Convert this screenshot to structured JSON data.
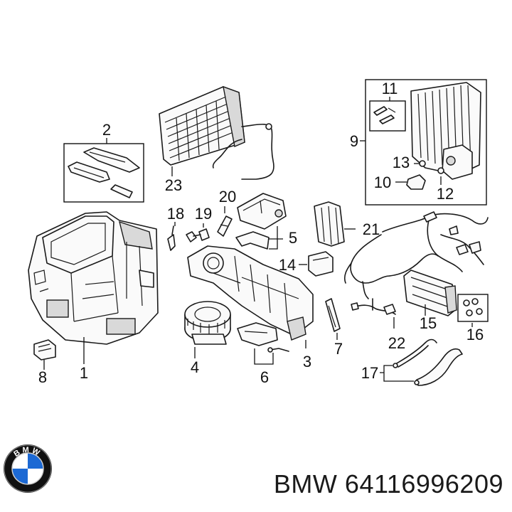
{
  "brand": "BMW",
  "logo_text": "BMW",
  "part_number": "64116996209",
  "callouts": {
    "c1": "1",
    "c2": "2",
    "c3": "3",
    "c4": "4",
    "c5": "5",
    "c6": "6",
    "c7": "7",
    "c8": "8",
    "c9": "9",
    "c10": "10",
    "c11": "11",
    "c12": "12",
    "c13": "13",
    "c14": "14",
    "c15": "15",
    "c16": "16",
    "c17": "17",
    "c18": "18",
    "c19": "19",
    "c20": "20",
    "c21": "21",
    "c22": "22",
    "c23": "23"
  },
  "colors": {
    "line": "#1a1a1a",
    "logo_blue": "#1c69d4",
    "logo_ring": "#111111"
  }
}
